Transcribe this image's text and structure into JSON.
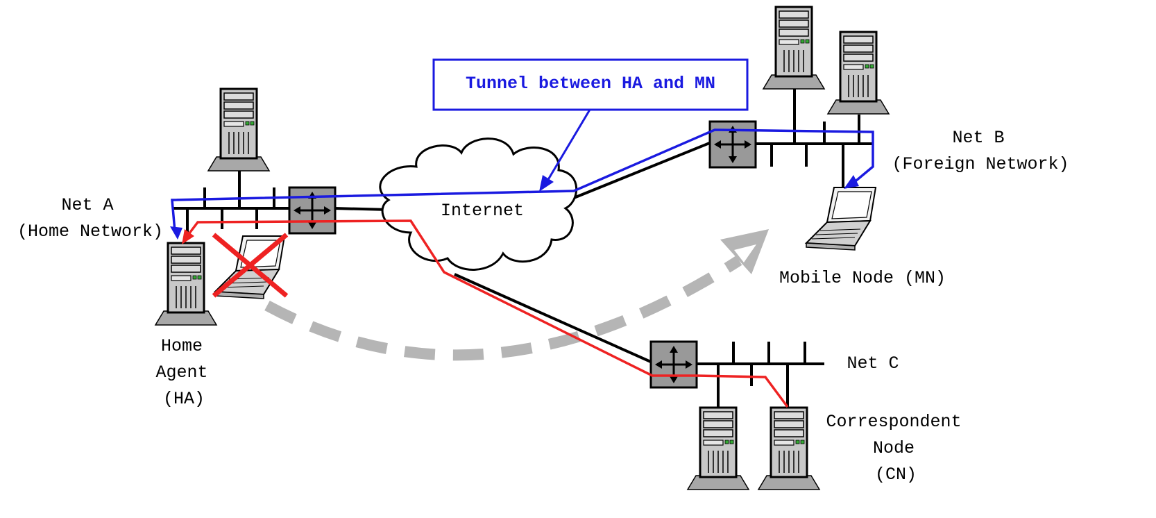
{
  "labels": {
    "net_a": "Net A",
    "net_a_sub": "(Home Network)",
    "home_agent": [
      "Home",
      "Agent",
      "(HA)"
    ],
    "internet": "Internet",
    "net_b": "Net B",
    "net_b_sub": "(Foreign Network)",
    "mobile_node": "Mobile Node (MN)",
    "net_c": "Net C",
    "correspondent_node": [
      "Correspondent",
      "Node",
      "(CN)"
    ],
    "tunnel": "Tunnel between HA and MN"
  },
  "colors": {
    "tunnel": "#1a1ae0",
    "data_path": "#ee2222",
    "movement": "#b5b5b5",
    "link": "#000000",
    "device_fill": "#c8c8c8",
    "router_fill": "#999999"
  },
  "icons": {
    "server": "server-icon",
    "router": "router-icon",
    "laptop": "laptop-icon",
    "cloud": "cloud-icon",
    "cross": "cross-icon"
  }
}
